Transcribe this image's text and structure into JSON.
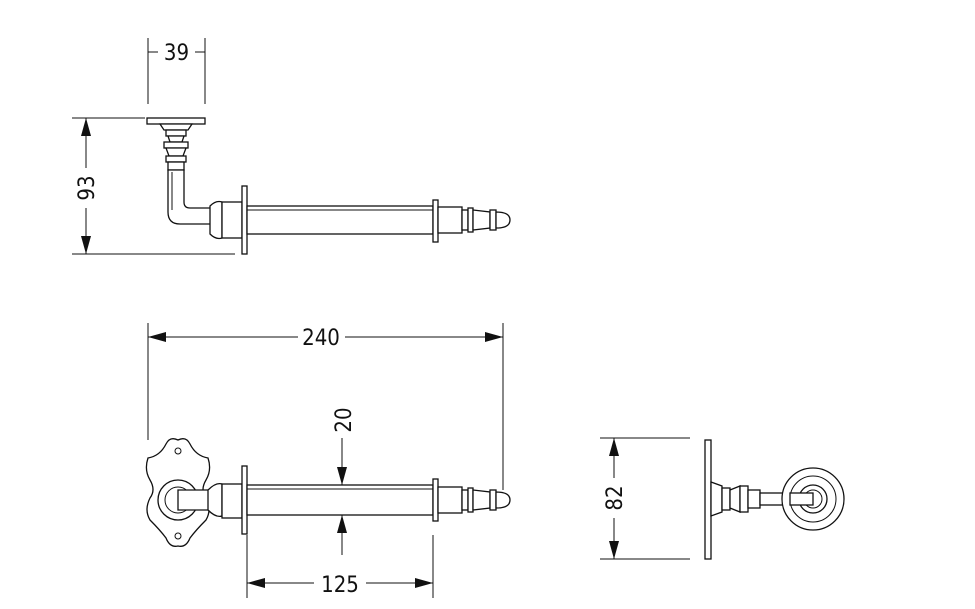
{
  "dimensions": {
    "top_width": "39",
    "top_height": "93",
    "overall_length": "240",
    "bar_diameter": "20",
    "bar_length": "125",
    "side_height": "82"
  }
}
